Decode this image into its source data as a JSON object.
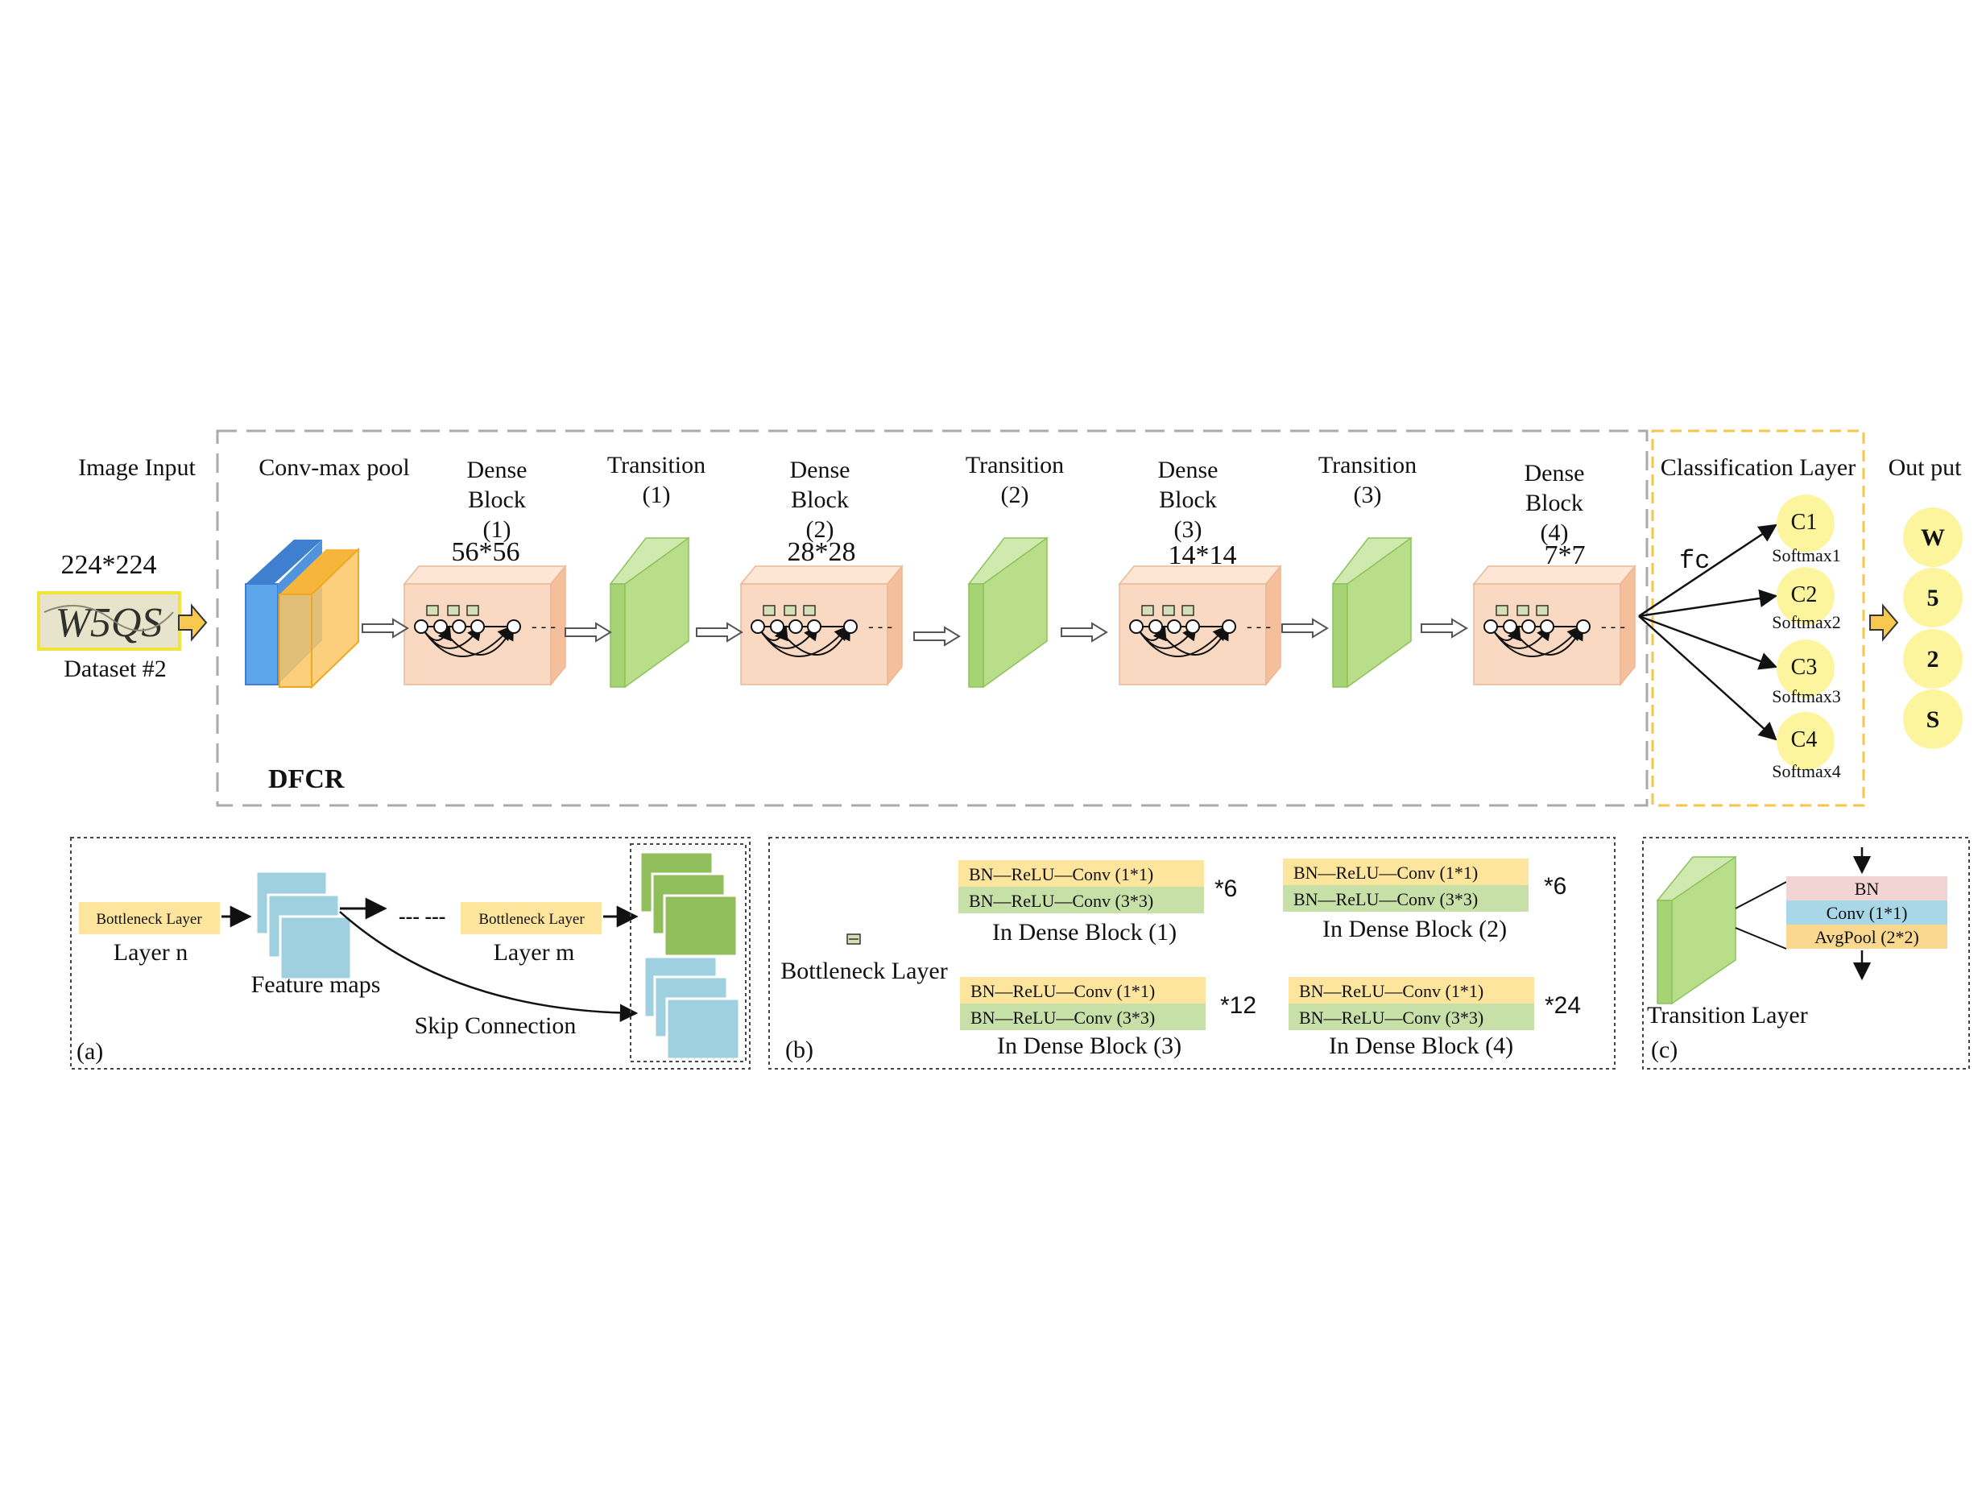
{
  "main": {
    "image_input_label": "Image Input",
    "input_size": "224*224",
    "dataset_label": "Dataset #2",
    "conv_label": "Conv-max pool",
    "dense_word": "Dense",
    "block_word": "Block",
    "transition_word": "Transition",
    "dense_blocks": [
      {
        "index": "(1)",
        "size": "56*56"
      },
      {
        "index": "(2)",
        "size": "28*28"
      },
      {
        "index": "(3)",
        "size": "14*14"
      },
      {
        "index": "(4)",
        "size": "7*7"
      }
    ],
    "transitions": [
      "(1)",
      "(2)",
      "(3)"
    ],
    "model_name": "DFCR",
    "classification_label": "Classification Layer",
    "fc_label": "fc",
    "classifiers": [
      {
        "name": "C1",
        "softmax": "Softmax1"
      },
      {
        "name": "C2",
        "softmax": "Softmax2"
      },
      {
        "name": "C3",
        "softmax": "Softmax3"
      },
      {
        "name": "C4",
        "softmax": "Softmax4"
      }
    ],
    "output_label": "Out put",
    "outputs": [
      "W",
      "5",
      "2",
      "S"
    ]
  },
  "panel_a": {
    "tag": "(a)",
    "bottleneck_label": "Bottleneck Layer",
    "layer_n": "Layer n",
    "layer_m": "Layer m",
    "feature_maps": "Feature maps",
    "dots": "--- ---",
    "skip": "Skip Connection"
  },
  "panel_b": {
    "tag": "(b)",
    "legend": "Bottleneck Layer",
    "rows": [
      {
        "row1": "BN—ReLU—Conv (1*1)",
        "row2": "BN—ReLU—Conv (3*3)",
        "mult": "*6",
        "caption": "In Dense Block (1)"
      },
      {
        "row1": "BN—ReLU—Conv (1*1)",
        "row2": "BN—ReLU—Conv (3*3)",
        "mult": "*6",
        "caption": "In Dense Block (2)"
      },
      {
        "row1": "BN—ReLU—Conv (1*1)",
        "row2": "BN—ReLU—Conv (3*3)",
        "mult": "*12",
        "caption": "In Dense Block (3)"
      },
      {
        "row1": "BN—ReLU—Conv (1*1)",
        "row2": "BN—ReLU—Conv (3*3)",
        "mult": "*24",
        "caption": "In Dense Block (4)"
      }
    ]
  },
  "panel_c": {
    "tag": "(c)",
    "layers": [
      "BN",
      "Conv (1*1)",
      "AvgPool (2*2)"
    ],
    "label": "Transition Layer"
  },
  "colors": {
    "dense_block": "#fad9c3",
    "transition": "#b9de89",
    "conv_blue": "#5ea6ec",
    "conv_orange": "#fbc766",
    "panel_yellow": "#fde59d",
    "panel_green": "#c6e0a8",
    "output_circle": "#fdf59e",
    "bn_pink": "#f2d4d4",
    "conv_cyan": "#a8d8e8",
    "feature_blue": "#9fd0e0",
    "feature_green": "#8fbe5a"
  }
}
